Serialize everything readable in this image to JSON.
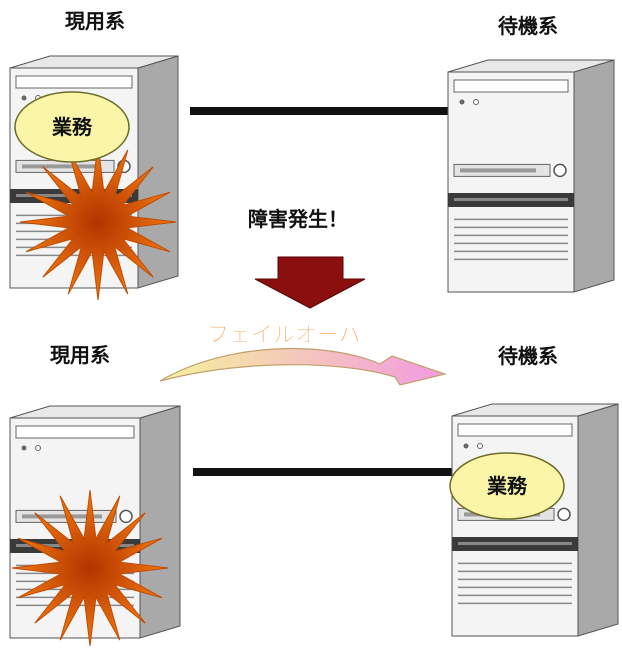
{
  "labels": {
    "active_top": "現用系",
    "standby_top": "待機系",
    "active_bottom": "現用系",
    "standby_bottom": "待機系",
    "failure": "障害発生！",
    "failover": "フェイルオーバ",
    "job_top": "業務",
    "job_bottom": "業務"
  },
  "colors": {
    "server_front": "#f4f4f4",
    "server_side": "#a9a9a9",
    "server_top": "#e8e8e8",
    "bezel_dark": "#3a3a3a",
    "job_bubble": "#fbf5a8",
    "job_bubble_border": "#6b6b2a",
    "burst_outer": "#f07a10",
    "burst_inner": "#b33400",
    "arrow_down": "#8b0f0f",
    "failover_text": "#ef8a1c",
    "failover_arrow_start": "#f6f29a",
    "failover_arrow_end": "#f29ae0",
    "link_line": "#111111"
  },
  "icons": {
    "server": "tower-server-icon",
    "burst": "explosion-icon",
    "down_arrow": "down-arrow-icon",
    "curved_arrow": "curved-arrow-icon"
  }
}
